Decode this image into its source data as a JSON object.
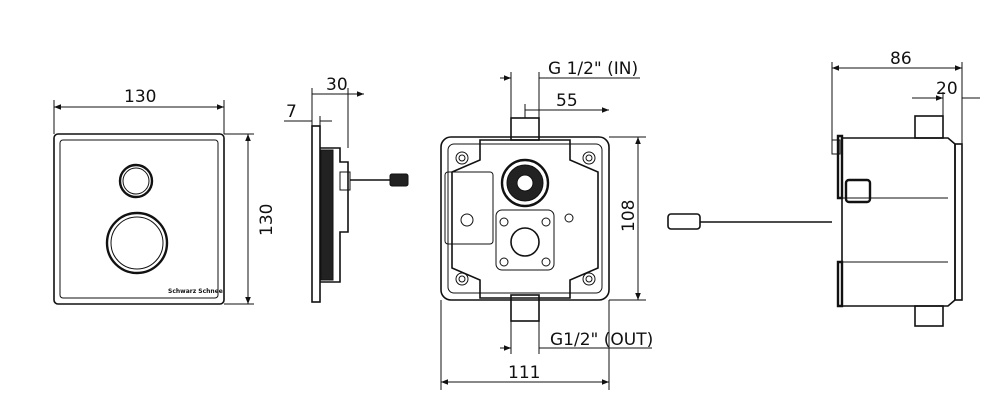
{
  "dimensions": {
    "front_width": "130",
    "front_height": "130",
    "side_plate": "7",
    "side_depth": "30",
    "inlet_thread": "G 1/2\" (IN)",
    "inlet_offset": "55",
    "body_height": "108",
    "body_width": "111",
    "outlet_thread": "G1/2\" (OUT)",
    "right_depth": "86",
    "right_offset": "20"
  },
  "brand_logo": "Schwarz Schnee"
}
